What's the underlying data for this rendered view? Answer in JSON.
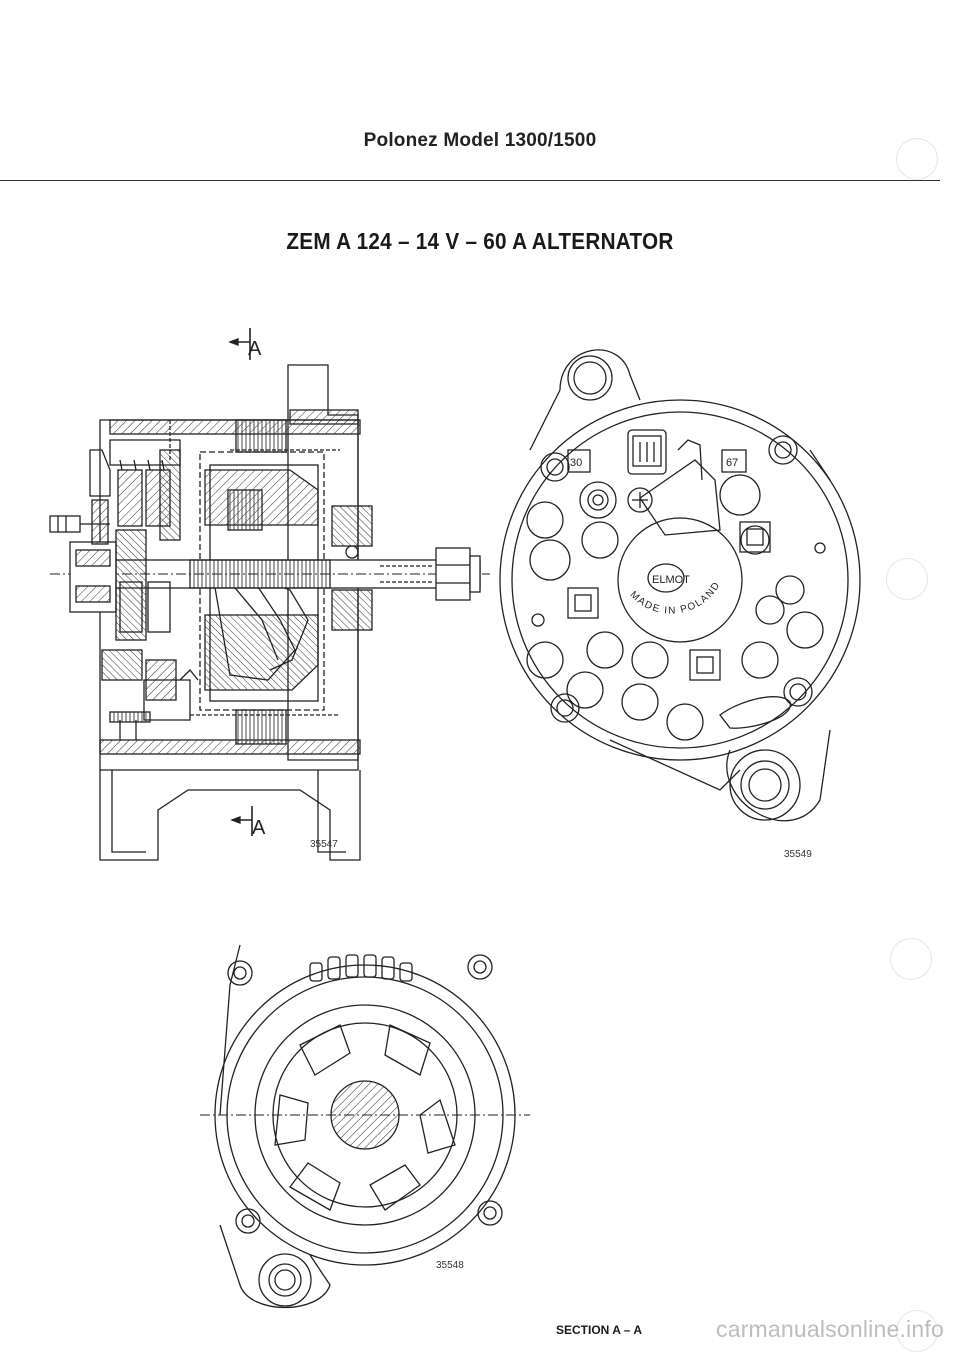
{
  "header": {
    "title": "Polonez Model 1300/1500"
  },
  "document": {
    "title": "ZEM A 124 – 14 V – 60 A ALTERNATOR"
  },
  "figures": {
    "section_view": {
      "number": "35547",
      "cut_label_top": "A",
      "cut_label_bottom": "A"
    },
    "rear_view": {
      "number": "35549",
      "terminal_left": "30",
      "terminal_right": "67",
      "brand": "ELMOT",
      "origin": "MADE IN POLAND"
    },
    "front_view": {
      "number": "35548"
    }
  },
  "section_label": "SECTION A – A",
  "footer": {
    "watermark": "carmanualsonline.info"
  }
}
